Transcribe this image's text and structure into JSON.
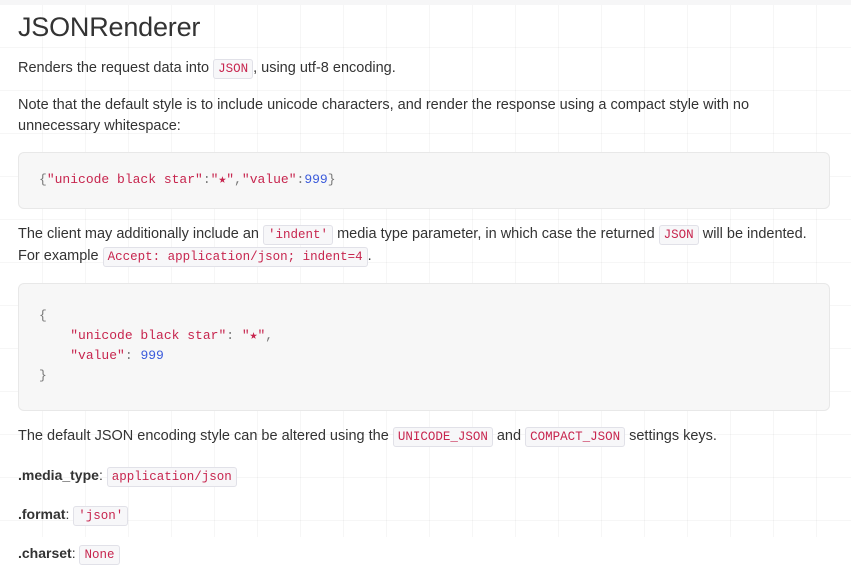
{
  "page": {
    "title": "JSONRenderer"
  },
  "paragraphs": {
    "intro": {
      "before": "Renders the request data into ",
      "code": "JSON",
      "after": ", using utf-8 encoding."
    },
    "note": {
      "text": "Note that the default style is to include unicode characters, and render the response using a compact style with no unnecessary whitespace:"
    },
    "indent": {
      "part1": "The client may additionally include an ",
      "code1": "'indent'",
      "part2": " media type parameter, in which case the returned ",
      "code2": "JSON",
      "part3": " will be indented. For example ",
      "code3": "Accept: application/json; indent=4",
      "part4": "."
    },
    "settings": {
      "part1": "The default JSON encoding style can be altered using the ",
      "code1": "UNICODE_JSON",
      "part2": " and ",
      "code2": "COMPACT_JSON",
      "part3": " settings keys."
    }
  },
  "code_blocks": {
    "compact": {
      "open_brace": "{",
      "key1": "\"unicode black star\"",
      "colon1": ":",
      "value1": "\"★\"",
      "comma": ",",
      "key2": "\"value\"",
      "colon2": ":",
      "value2": "999",
      "close_brace": "}"
    },
    "indented": {
      "line_open": "{",
      "indent": "    ",
      "key1": "\"unicode black star\"",
      "sep1": ": ",
      "value1": "\"★\"",
      "comma": ",",
      "key2": "\"value\"",
      "sep2": ": ",
      "value2": "999",
      "line_close": "}"
    }
  },
  "attributes": [
    {
      "label": ".media_type",
      "separator": ":",
      "value": "application/json"
    },
    {
      "label": ".format",
      "separator": ":",
      "value": "'json'"
    },
    {
      "label": ".charset",
      "separator": ":",
      "value": "None"
    }
  ],
  "colors": {
    "code_text": "#c7254e",
    "number_token": "#3b5bdb",
    "punctuation": "#777777",
    "code_bg": "#f7f7f7",
    "inline_code_bg": "#f7f7f9",
    "body_text": "#333333"
  }
}
